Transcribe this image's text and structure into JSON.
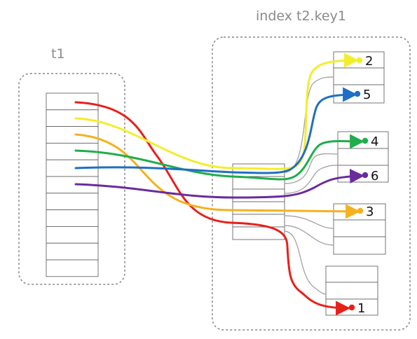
{
  "labels": {
    "table": "t1",
    "index": "index t2.key1"
  },
  "colors": {
    "red": "#e8201a",
    "yellow": "#f2ee2a",
    "orange": "#f4b21f",
    "green": "#1fae4b",
    "blue": "#1f6fc4",
    "purple": "#6a2c9c",
    "gray": "#a8a8a8",
    "box_border": "#888888",
    "line": "#666666"
  },
  "index_values": [
    "2",
    "5",
    "4",
    "6",
    "3",
    "1"
  ]
}
